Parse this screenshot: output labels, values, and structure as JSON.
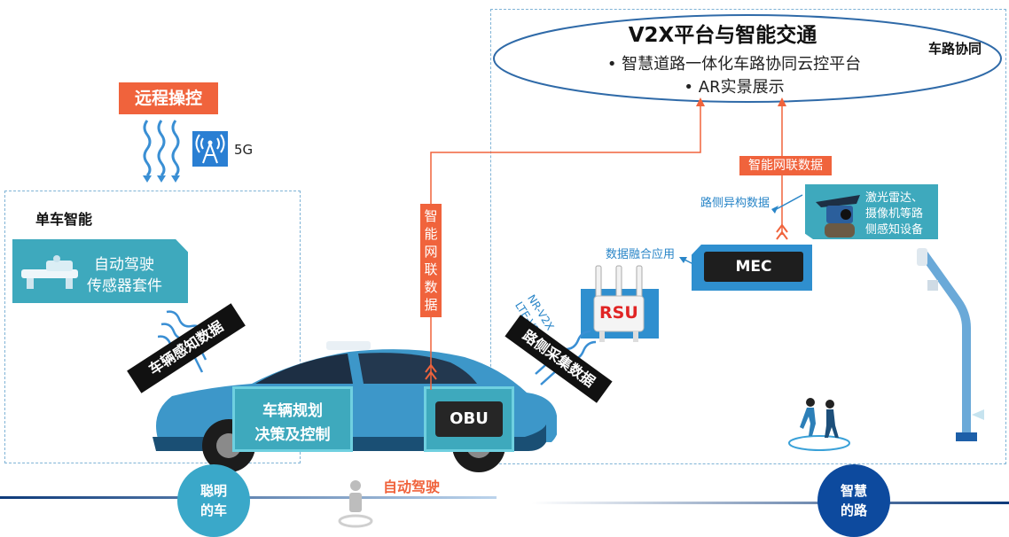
{
  "platform": {
    "title": "V2X平台与智能交通",
    "bullets": [
      "智慧道路一体化车路协同云控平台",
      "AR实景展示"
    ]
  },
  "labels": {
    "vehicle_road_collab": "车路协同",
    "single_vehicle": "单车智能",
    "remote_control": "远程操控",
    "network": "5G",
    "sensor_kit_line1": "自动驾驶",
    "sensor_kit_line2": "传感器套件",
    "vehicle_perception": "车辆感知数据",
    "smart_net_vertical": [
      "智",
      "能",
      "网",
      "联",
      "数",
      "据"
    ],
    "smart_net_right": "智能网联数据",
    "roadside_hetero": "路侧异构数据",
    "data_fusion": "数据融合应用",
    "roadside_sensor_lines": [
      "激光雷达、",
      "摄像机等路",
      "侧感知设备"
    ],
    "mec": "MEC",
    "rsu": "RSU",
    "lte_v2x": "LTE-V2X/",
    "nr_v2x": "NR-V2X",
    "roadside_collect": "路侧采集数据",
    "vehicle_planning_line1": "车辆规划",
    "vehicle_planning_line2": "决策及控制",
    "obu": "OBU",
    "autonomous_driving": "自动驾驶",
    "smart_car_line1": "聪明",
    "smart_car_line2": "的车",
    "smart_road_line1": "智慧",
    "smart_road_line2": "的路"
  },
  "colors": {
    "orange": "#f0633c",
    "teal": "#3ea9bd",
    "blue": "#2a86c8",
    "navy": "#0d3a7a",
    "black": "#111111"
  },
  "icons": [
    "signal-tower-icon",
    "wave-arrows-icon",
    "sensor-kit-icon",
    "car-icon",
    "mec-device-icon",
    "rsu-device-icon",
    "lidar-camera-icon",
    "street-pole-icon",
    "pedestrians-icon",
    "person-marker-icon"
  ]
}
